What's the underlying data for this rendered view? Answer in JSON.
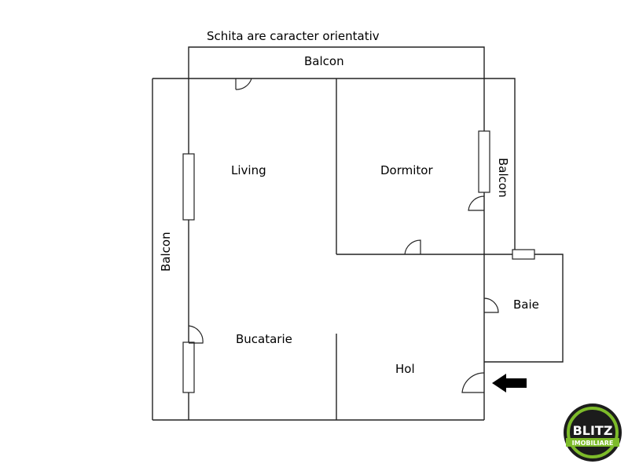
{
  "note": "Schita are caracter orientativ",
  "rooms": {
    "balcon_top": "Balcon",
    "balcon_left": "Balcon",
    "balcon_right": "Balcon",
    "living": "Living",
    "dormitor": "Dormitor",
    "bucatarie": "Bucatarie",
    "hol": "Hol",
    "baie": "Baie"
  },
  "logo": {
    "brand": "BLITZ",
    "sub": "IMOBILIARE"
  },
  "colors": {
    "walls": "#222222",
    "logo_accent": "#7dbb2a",
    "logo_dark": "#1c1c1c"
  },
  "icons": {
    "entrance": "arrow-left-icon"
  }
}
